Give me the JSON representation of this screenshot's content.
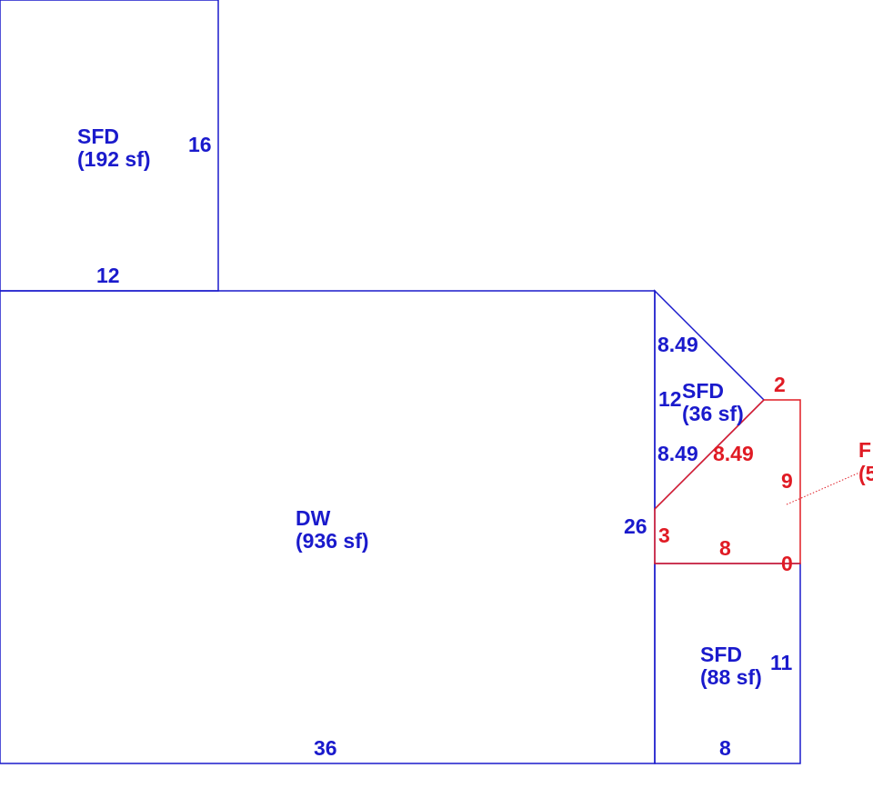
{
  "colors": {
    "primary": "#1a1acc",
    "secondary": "#e01b24",
    "background": "#ffffff"
  },
  "areas": {
    "top_sfd": {
      "name": "SFD",
      "area": "(192 sf)",
      "dims": {
        "right": "16",
        "bottom": "12"
      }
    },
    "dw": {
      "name": "DW",
      "area": "(936 sf)",
      "dims": {
        "right": "26",
        "bottom": "36"
      }
    },
    "tri_sfd": {
      "name": "SFD",
      "area": "(36 sf)",
      "dims": {
        "top_diag": "8.49",
        "left": "12",
        "bottom_diag": "8.49"
      }
    },
    "bottom_sfd": {
      "name": "SFD",
      "area": "(88 sf)",
      "dims": {
        "right": "11",
        "bottom": "8"
      }
    },
    "red_area": {
      "name": "F",
      "area": "(5",
      "dims": {
        "top": "2",
        "right": "9",
        "diag": "8.49",
        "left": "3",
        "bottom": "8",
        "corner": "0"
      }
    }
  }
}
